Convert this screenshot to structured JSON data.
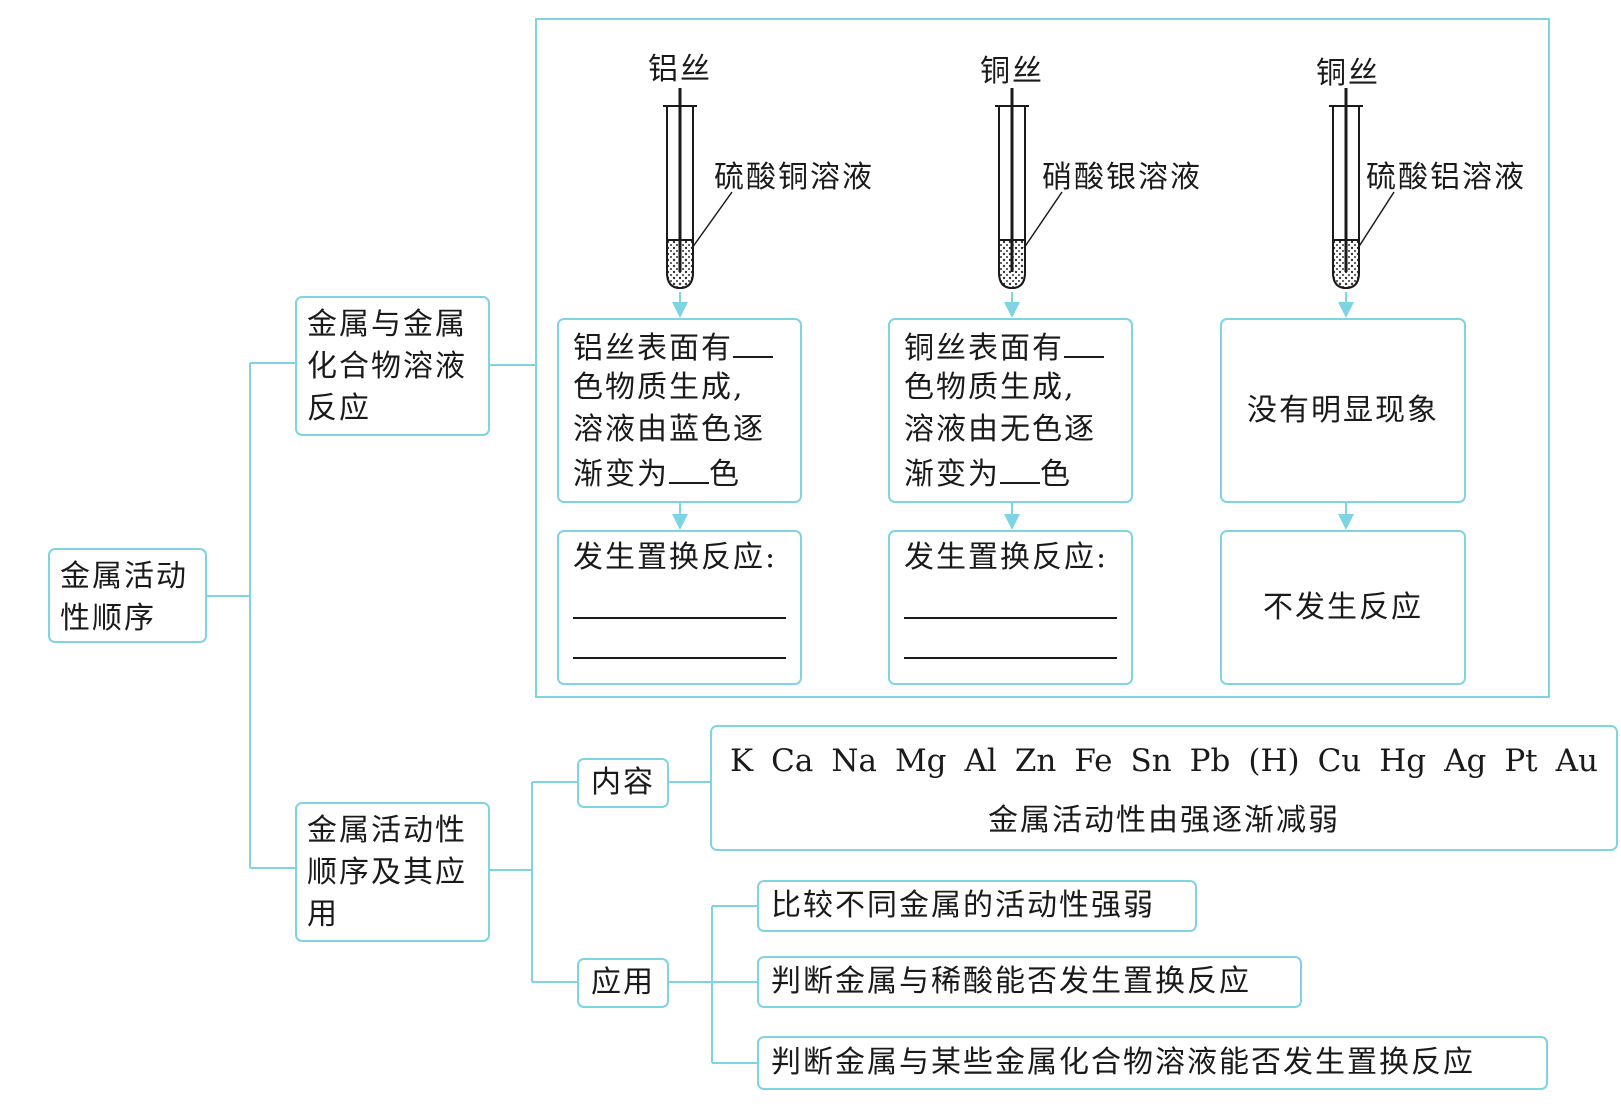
{
  "root": {
    "label": "金属活动性顺序"
  },
  "branch1": {
    "label": "金属与金属化合物溶液反应"
  },
  "branch2": {
    "label": "金属活动性顺序及其应用"
  },
  "experiments": [
    {
      "wire": "铝丝",
      "solution": "硫酸铜溶液",
      "observation": {
        "line1": "铝丝表面有",
        "line2": "色物质生成,",
        "line3": "溶液由蓝色逐",
        "line4a": "渐变为",
        "line4b": "色"
      },
      "result": "发生置换反应:"
    },
    {
      "wire": "铜丝",
      "solution": "硝酸银溶液",
      "observation": {
        "line1": "铜丝表面有",
        "line2": "色物质生成,",
        "line3": "溶液由无色逐",
        "line4a": "渐变为",
        "line4b": "色"
      },
      "result": "发生置换反应:"
    },
    {
      "wire": "铜丝",
      "solution": "硫酸铝溶液",
      "observation": {
        "text": "没有明显现象"
      },
      "result": "不发生反应"
    }
  ],
  "content": {
    "label": "内容",
    "series": [
      "K",
      "Ca",
      "Na",
      "Mg",
      "Al",
      "Zn",
      "Fe",
      "Sn",
      "Pb",
      "(H)",
      "Cu",
      "Hg",
      "Ag",
      "Pt",
      "Au"
    ],
    "caption": "金属活动性由强逐渐减弱"
  },
  "application": {
    "label": "应用",
    "items": [
      "比较不同金属的活动性强弱",
      "判断金属与稀酸能否发生置换反应",
      "判断金属与某些金属化合物溶液能否发生置换反应"
    ]
  },
  "colors": {
    "line": "#7fd4e3",
    "text": "#1a1a1a"
  }
}
